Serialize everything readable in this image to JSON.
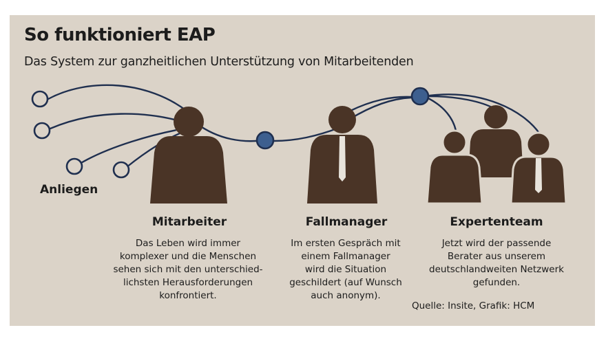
{
  "title": "So funktioniert EAP",
  "subtitle": "Das System zur ganzheitlichen Unterstützung von Mitarbeitenden",
  "input_label": "Anliegen",
  "roles": [
    {
      "name": "Mitarbeiter",
      "description": [
        "Das Leben wird immer",
        "komplexer und die Menschen",
        "sehen sich mit den unterschied-",
        "lichsten Herausforderungen",
        "konfrontiert."
      ]
    },
    {
      "name": "Fallmanager",
      "description": [
        "Im ersten Gespräch mit",
        "einem Fallmanager",
        "wird die Situation",
        "geschildert (auf Wunsch",
        "auch anonym)."
      ]
    },
    {
      "name": "Expertenteam",
      "description": [
        "Jetzt wird der passende",
        "Berater aus unserem",
        "deutschlandweiten Netzwerk",
        "gefunden."
      ]
    }
  ],
  "source": "Quelle: Insite, Grafik: HCM",
  "colors": {
    "background": "#dbd3c8",
    "figure": "#4a3426",
    "line": "#1f2f4f",
    "node_fill": "#3d5f8f",
    "tie": "#e8e4dc"
  }
}
